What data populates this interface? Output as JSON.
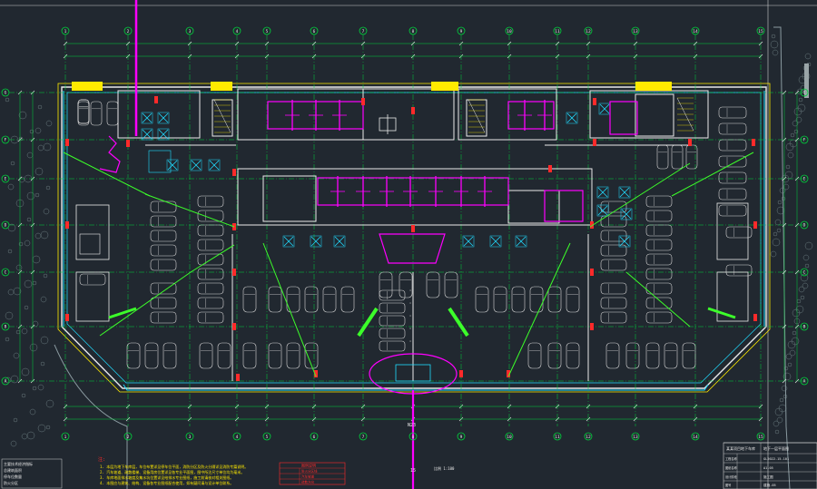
{
  "grid": {
    "columns": [
      "1",
      "2",
      "3",
      "4",
      "5",
      "6",
      "7",
      "8",
      "9",
      "10",
      "11",
      "12",
      "13",
      "14",
      "15"
    ],
    "rows": [
      "A",
      "B",
      "C",
      "D",
      "E",
      "F",
      "G"
    ]
  },
  "labels": {
    "column_center_mark": "15",
    "ramp_label": "N23",
    "scale_note": "比例 1:100"
  },
  "notes": {
    "heading": "注:",
    "lines": [
      "1. 本层为地下车库层，车位布置详见停车位平面，消防分区及防火分隔详见消防专篇说明。",
      "2. 汽车坡道、疏散楼梯、设备用房位置详见各专业平面图，图中所注尺寸单位均为毫米。",
      "3. 车库地面排水坡度及集水坑位置详见给排水专业图纸，施工前请核对相关图纸。",
      "4. 本图应与建筑、结构、设备各专业图纸配合使用，如有疑问请与设计单位联系。"
    ]
  },
  "legend_table": {
    "title": "图例说明",
    "rows": [
      "防火分区线",
      "汽车坡道",
      "疏散方向"
    ]
  },
  "title_block": {
    "project": "某某项目地下车库",
    "drawing": "地下一层平面图",
    "rows": [
      "工程名称",
      "图纸名称",
      "设计阶段",
      "图号"
    ],
    "values": [
      "GL2022-15-101",
      "A1-05",
      "施工图",
      "建施-05"
    ]
  },
  "left_info_block": {
    "lines": [
      "主要技术经济指标",
      "总建筑面积",
      "停车位数量",
      "防火分区"
    ]
  },
  "colors": {
    "background": "#212830",
    "grid_axis": "#00d43c",
    "wall": "#eaeaea",
    "cyan": "#20dcff",
    "magenta": "#ff00ff",
    "red": "#ff2a2a",
    "yellow": "#ffea00",
    "green": "#3cff2a"
  }
}
